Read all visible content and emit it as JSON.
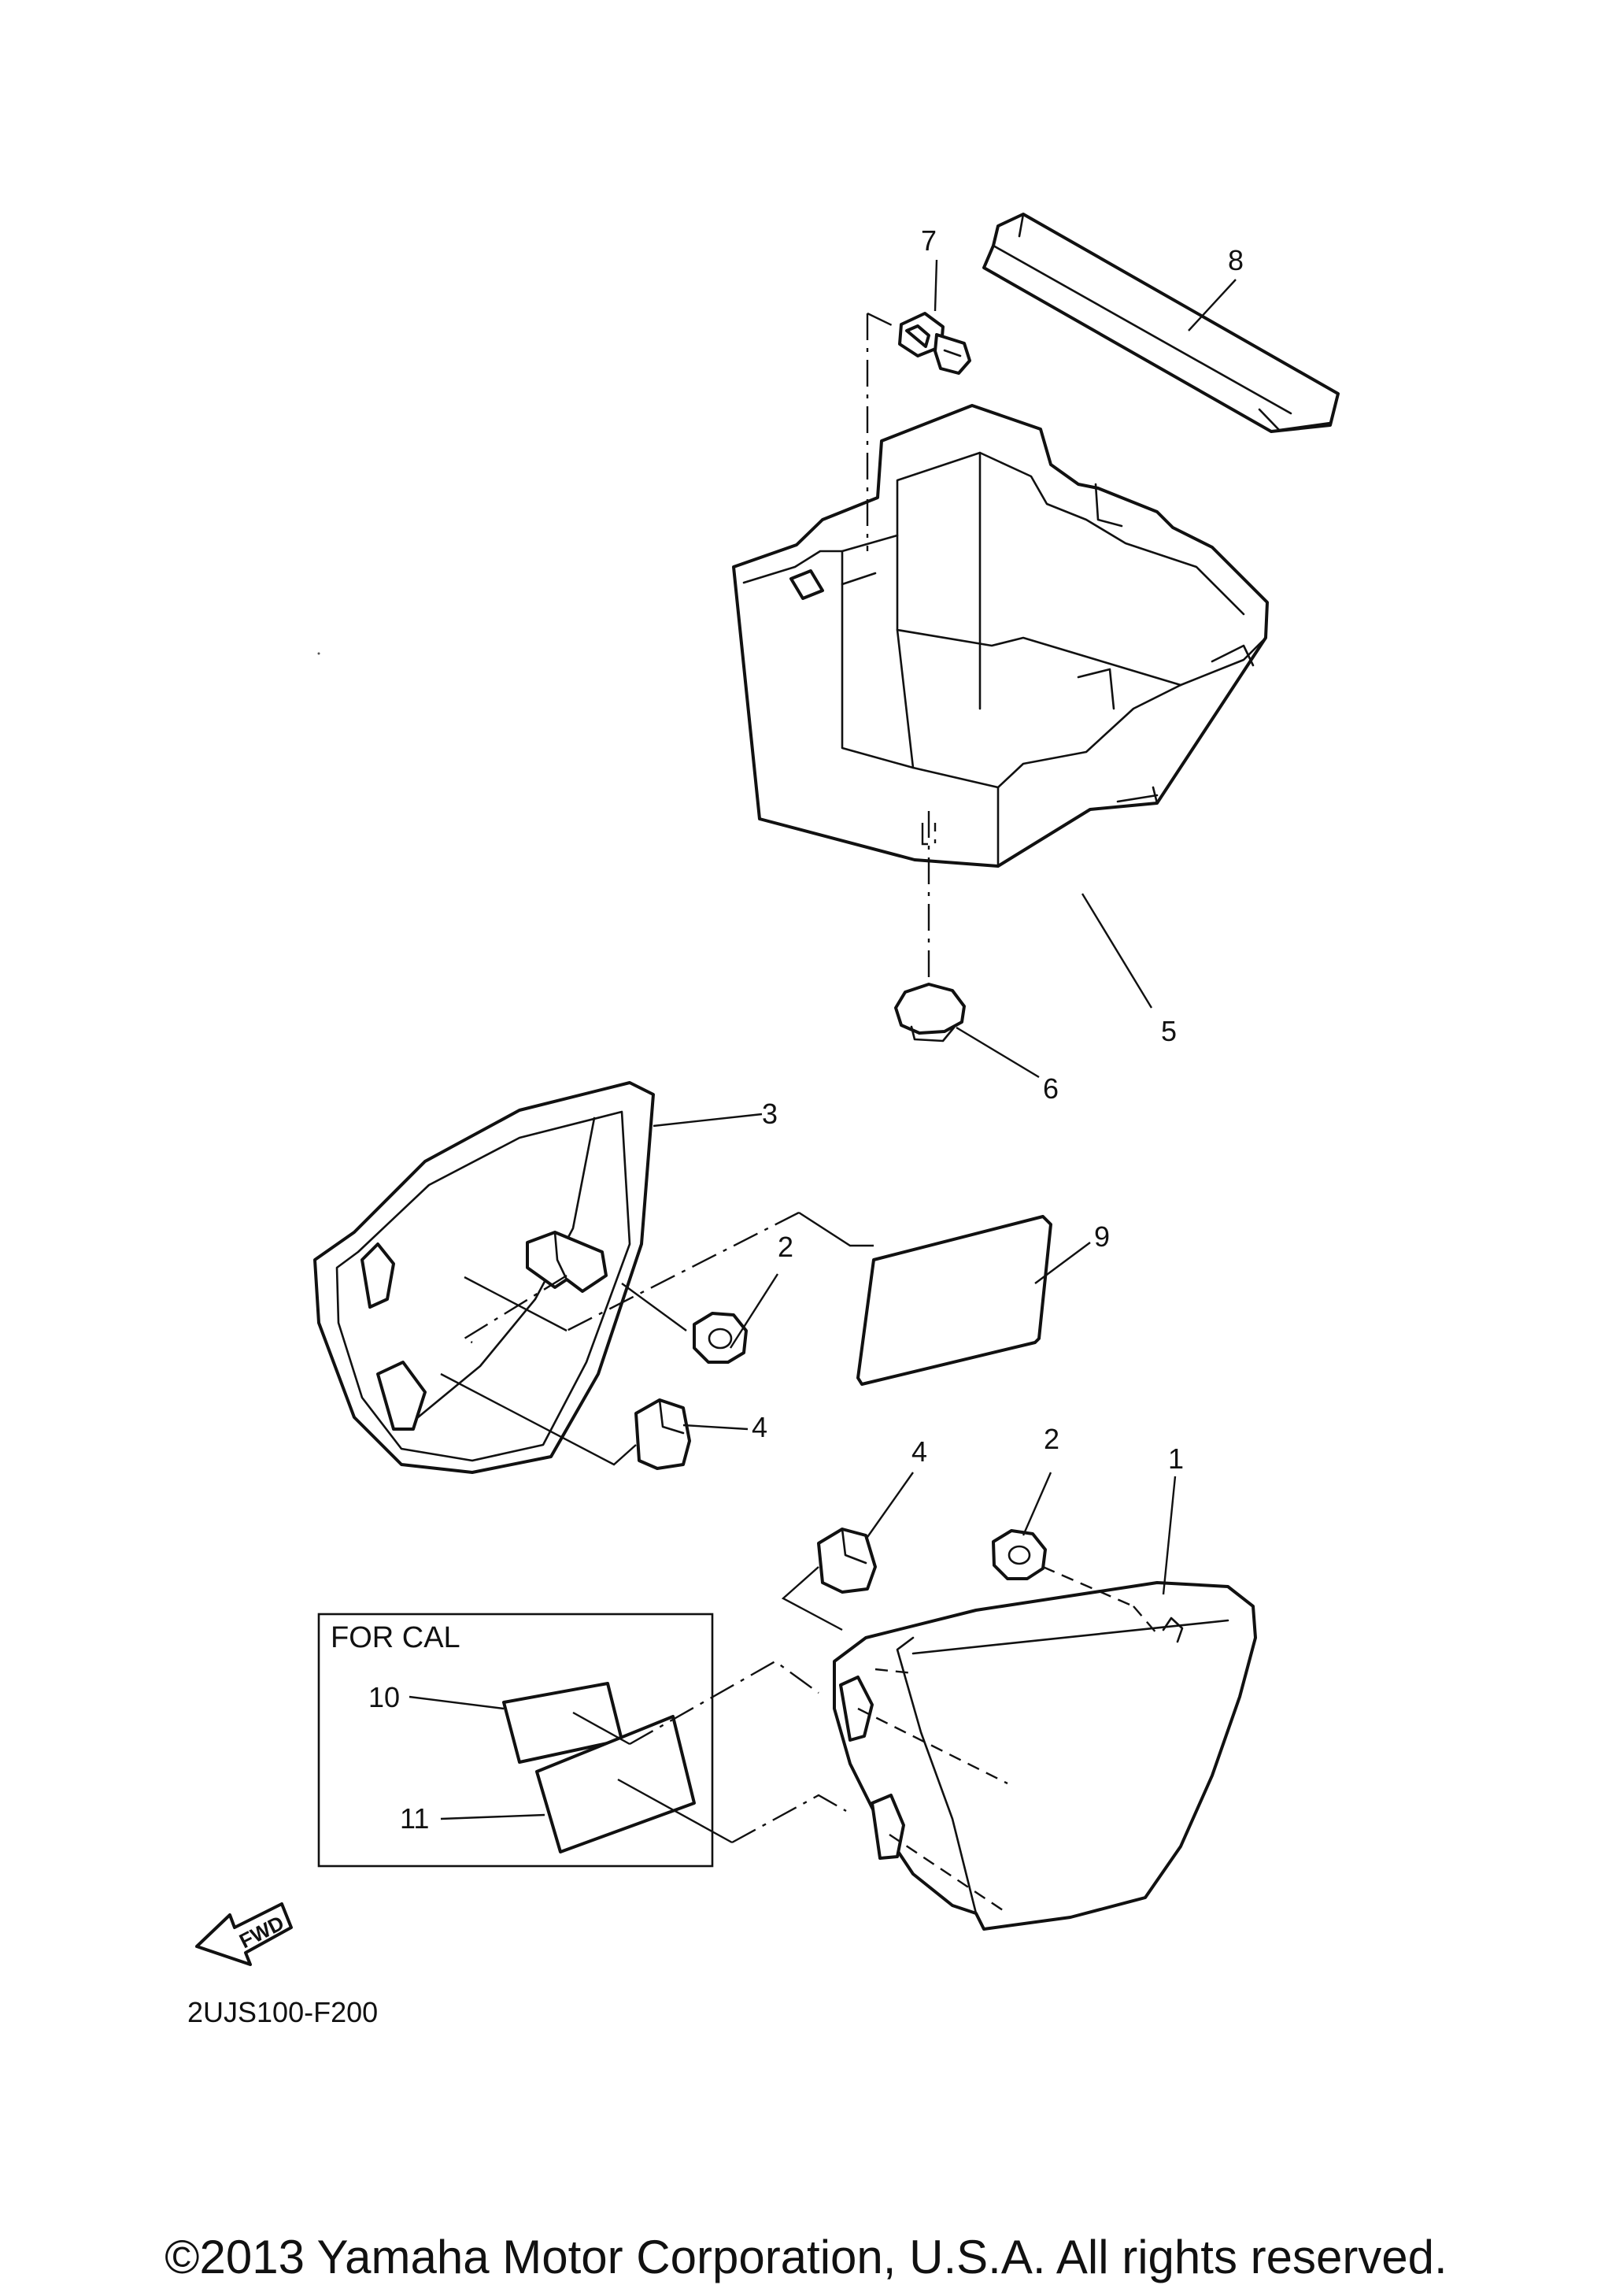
{
  "diagram_code": "2UJS100-F200",
  "inset_label": "FOR CAL",
  "direction_label": "FWD",
  "copyright": "©2013 Yamaha Motor Corporation, U.S.A. All rights reserved.",
  "callouts": {
    "p1": "1",
    "p2a": "2",
    "p2b": "2",
    "p3": "3",
    "p4a": "4",
    "p4b": "4",
    "p5": "5",
    "p6": "6",
    "p7": "7",
    "p8": "8",
    "p9": "9",
    "p10": "10",
    "p11": "11"
  }
}
